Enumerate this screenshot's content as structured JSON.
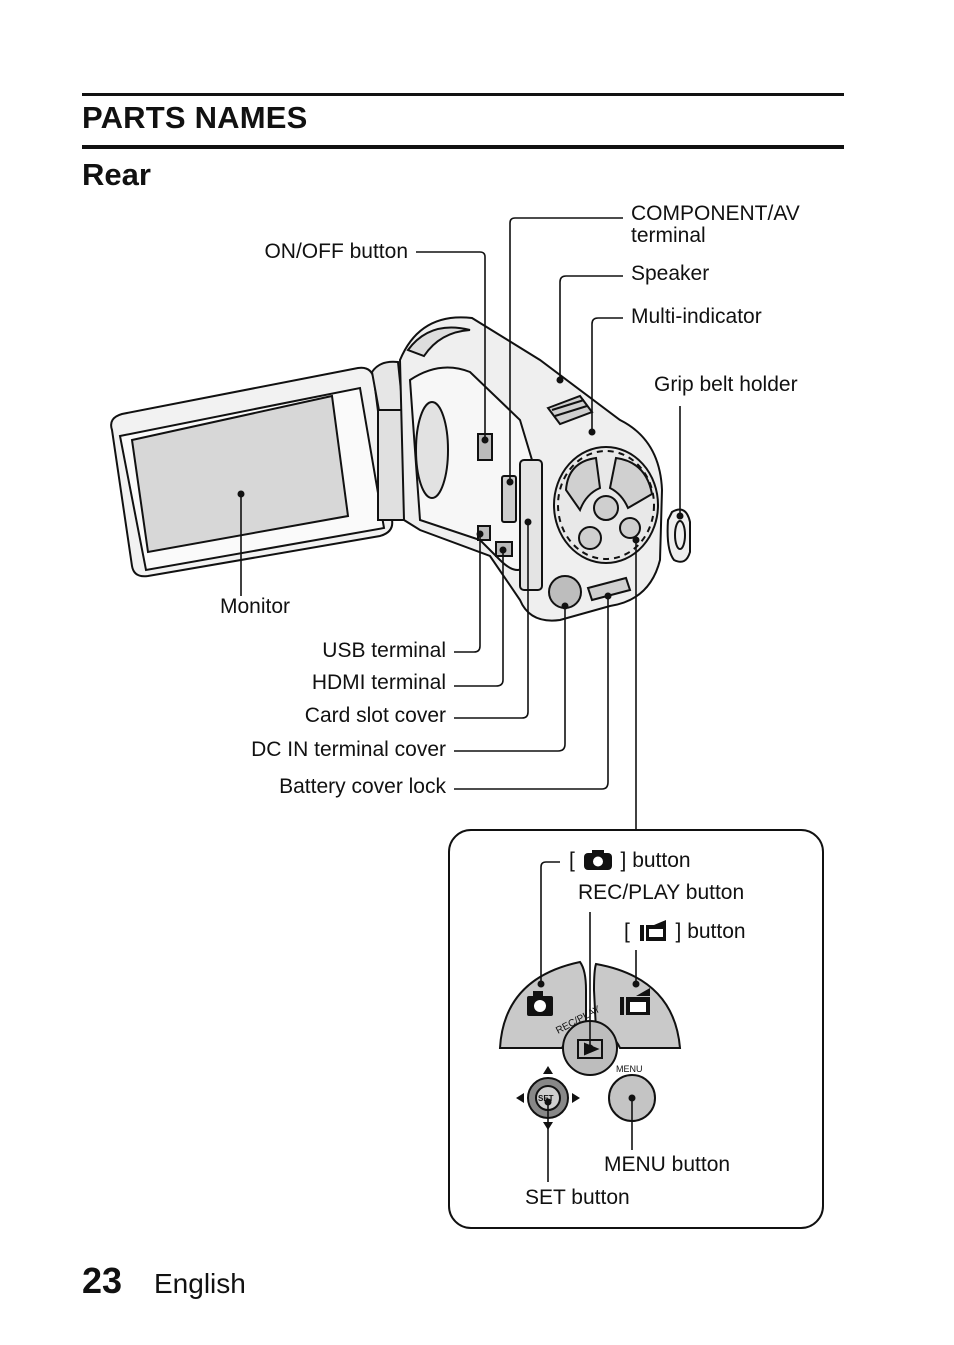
{
  "heading": "PARTS NAMES",
  "subheading": "Rear",
  "labels": {
    "component_av": "COMPONENT/AV",
    "component_av_2": "terminal",
    "on_off": "ON/OFF button",
    "speaker": "Speaker",
    "multi_indicator": "Multi-indicator",
    "grip_belt": "Grip belt holder",
    "monitor": "Monitor",
    "usb": "USB terminal",
    "hdmi": "HDMI terminal",
    "card_slot": "Card slot cover",
    "dc_in": "DC IN terminal cover",
    "battery_lock": "Battery cover lock"
  },
  "detail": {
    "bracket_open": "[",
    "photo_button_suffix": "] button",
    "rec_play": "REC/PLAY button",
    "video_button_suffix": "] button",
    "menu_button": "MENU button",
    "set_button": "SET button",
    "rec_play_arc": "REC/PLAY",
    "menu_small": "MENU",
    "set_small": "SET"
  },
  "footer": {
    "page_number": "23",
    "language": "English"
  },
  "icons": [
    "camera-icon",
    "video-camera-icon",
    "play-icon"
  ]
}
